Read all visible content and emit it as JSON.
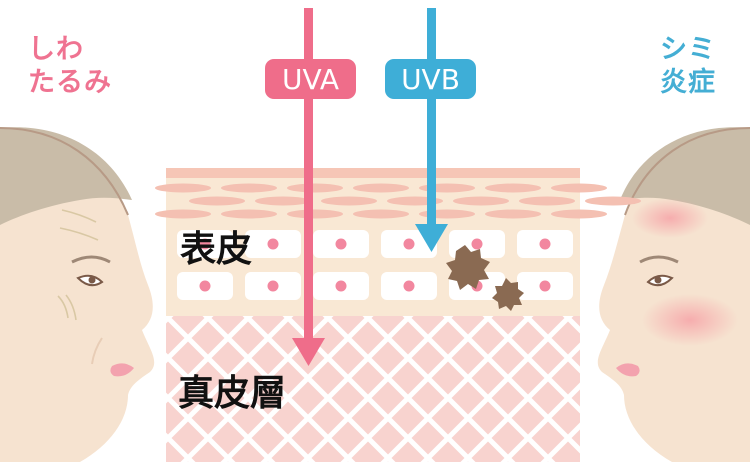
{
  "labels": {
    "left_line1": "しわ",
    "left_line2": "たるみ",
    "right_line1": "シミ",
    "right_line2": "炎症",
    "epidermis": "表皮",
    "dermis": "真皮層",
    "uva": "UVA",
    "uvb": "UVB"
  },
  "colors": {
    "uva": "#ef6d8a",
    "uvb": "#3eaed7",
    "left_text": "#ef7391",
    "right_text": "#44aed4",
    "skin": "#f6e3d0",
    "hair": "#c9bca8",
    "dermis": "#f8d3cf",
    "epidermis_top": "#f6c6b6",
    "blush": "#f6a7aa",
    "lips": "#f3a2ae",
    "spot": "#8a6a52"
  }
}
